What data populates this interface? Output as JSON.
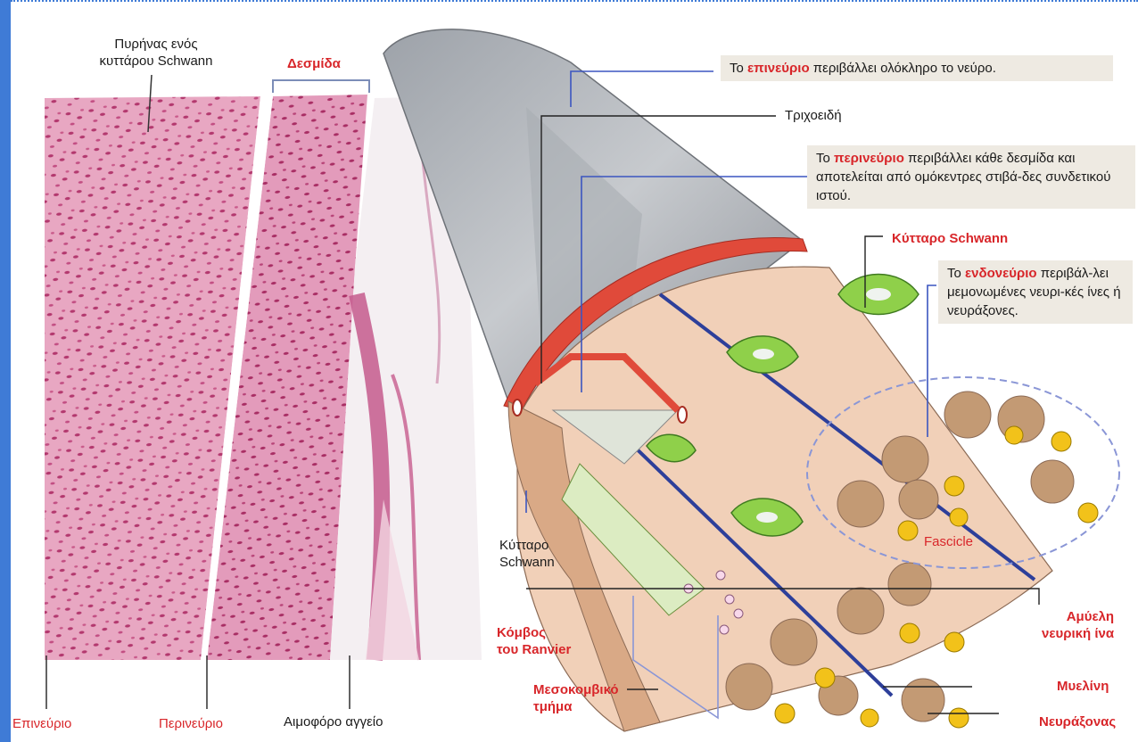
{
  "labels": {
    "schwann_nucleus": "Πυρήνας ενός\nκυττάρου Schwann",
    "fascicle_gr": "Δεσμίδα",
    "epineurium_box": {
      "pre": "Το ",
      "kw": "επινεύριο",
      "post": " περιβάλλει ολόκληρο το νεύρο."
    },
    "capillaries": "Τριχοειδή",
    "perineurium_box": {
      "pre": "Το ",
      "kw": "περινεύριο",
      "post": " περιβάλλει κάθε δεσμίδα και αποτελείται από ομόκεντρες στιβά-δες συνδετικού ιστού."
    },
    "schwann_cell_red": "Κύτταρο Schwann",
    "endoneurium_box": {
      "pre": "Το ",
      "kw": "ενδονεύριο",
      "post": " περιβάλ-λει μεμονωμένες νευρι-κές ίνες ή νευράξονες."
    },
    "fascicle_en": "Fascicle",
    "schwann_cell_black": "Κύτταρο\nSchwann",
    "ranvier_node": "Κόμβος\nτου Ranvier",
    "unmyelinated": "Αμύελη\nνευρική ίνα",
    "internodal": "Μεσοκομβικό\nτμήμα",
    "myelin": "Μυελίνη",
    "axon": "Νευράξονας",
    "epineurium": "Επινεύριο",
    "perineurium": "Περινεύριο",
    "blood_vessel": "Αιμοφόρο αγγείο"
  }
}
